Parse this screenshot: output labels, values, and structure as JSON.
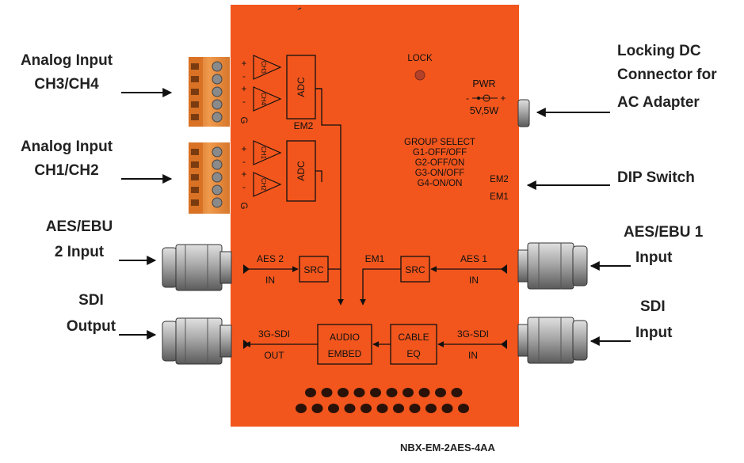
{
  "callouts": {
    "analog_ch34": [
      "Analog Input",
      "CH3/CH4"
    ],
    "analog_ch12": [
      "Analog Input",
      "CH1/CH2"
    ],
    "aes2_input": [
      "AES/EBU",
      "2 Input"
    ],
    "sdi_output": [
      "SDI",
      "Output"
    ],
    "locking_dc": [
      "Locking DC",
      "Connector for",
      "AC Adapter"
    ],
    "dip_switch": [
      "DIP Switch"
    ],
    "aes1_input": [
      "AES/EBU 1",
      "Input"
    ],
    "sdi_input": [
      "SDI",
      "Input"
    ]
  },
  "device": {
    "lock": "LOCK",
    "pwr": "PWR",
    "pwr_spec": "5V,5W",
    "pwr_minus": "-",
    "pwr_plus": "+",
    "group_select": [
      "GROUP SELECT",
      "G1-OFF/OFF",
      "G2-OFF/ON",
      "G3-ON/OFF",
      "G4-ON/ON"
    ],
    "em2_dip": "EM2",
    "em1_dip": "EM1",
    "adc": "ADC",
    "em2": "EM2",
    "em1": "EM1",
    "ch1": "CH1",
    "ch2": "CH2",
    "ch3": "CH3",
    "ch4": "CH4",
    "term_plus": "+",
    "term_minus": "-",
    "term_g": "G",
    "src": "SRC",
    "aes2": [
      "AES 2",
      "IN"
    ],
    "aes1": [
      "AES 1",
      "IN"
    ],
    "sdi_out": [
      "3G-SDI",
      "OUT"
    ],
    "sdi_in": [
      "3G-SDI",
      "IN"
    ],
    "audio_embed": [
      "AUDIO",
      "EMBED"
    ],
    "cable_eq": [
      "CABLE",
      "EQ"
    ]
  },
  "model": "NBX-EM-2AES-4AA",
  "colors": {
    "chassis": "#f2561d",
    "terminal": "#e8893a",
    "bnc": "#9a9a9a",
    "led": "#b2412a",
    "line": "#111111"
  }
}
